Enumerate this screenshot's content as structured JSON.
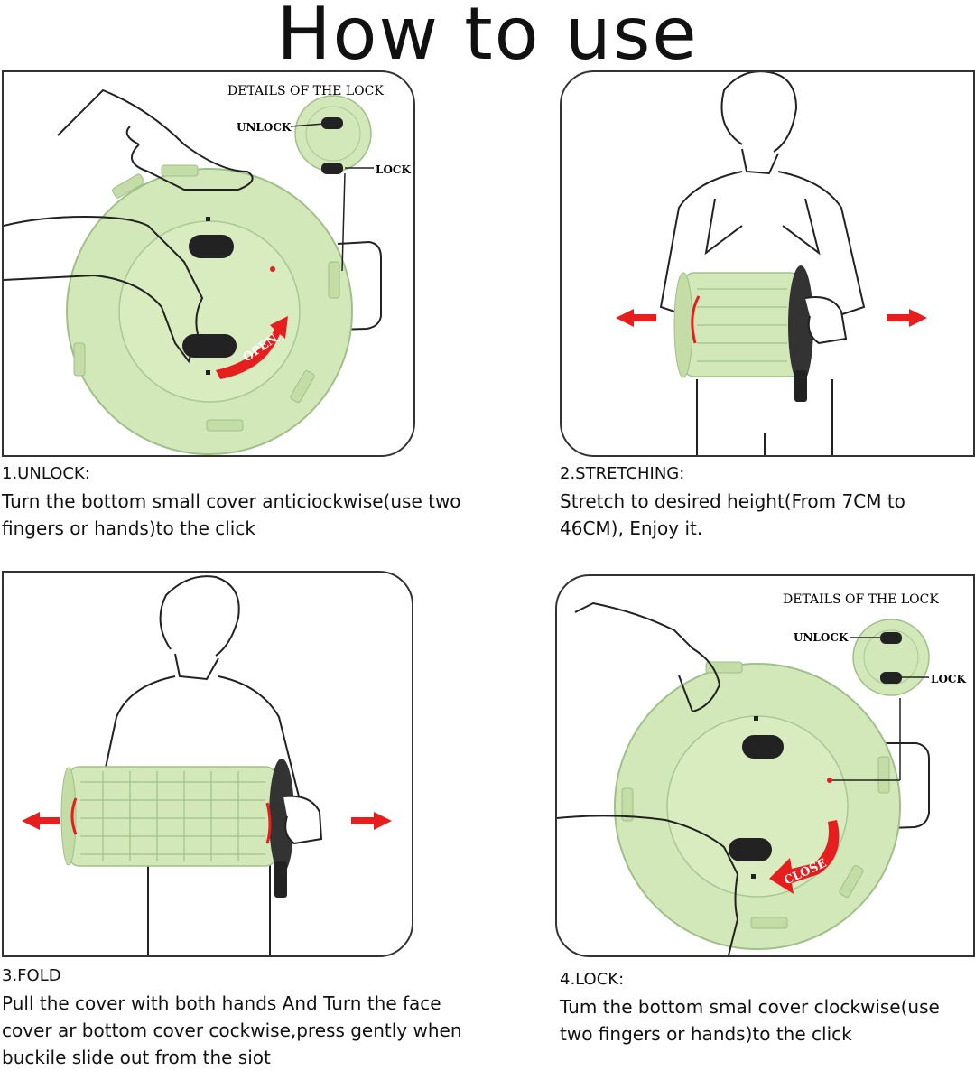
{
  "page": {
    "title": "How to use"
  },
  "steps": [
    {
      "heading": "1.UNLOCK:",
      "text": "Turn the bottom small cover anticiockwise(use two fingers or hands)to the click",
      "details_label": "DETAILS OF THE LOCK",
      "unlock_label": "UNLOCK",
      "lock_label": "LOCK",
      "arrow_label": "OPEN"
    },
    {
      "heading": "2.STRETCHING:",
      "text": "Stretch to desired height(From 7CM to 46CM), Enjoy it."
    },
    {
      "heading": "3.FOLD",
      "text": "Pull the cover with both hands And Turn the face cover ar bottom cover cockwise,press gently when buckile slide out from the siot"
    },
    {
      "heading": "4.LOCK:",
      "text": "Tum the bottom smal cover clockwise(use two fingers or hands)to the click",
      "details_label": "DETAILS OF THE LOCK",
      "unlock_label": "UNLOCK",
      "lock_label": "LOCK",
      "arrow_label": "CLOSE"
    }
  ],
  "colors": {
    "stool_green": "#d3e8b8",
    "stool_edge": "#9fc08a",
    "arrow_red": "#e61e1e",
    "line": "#222222"
  }
}
